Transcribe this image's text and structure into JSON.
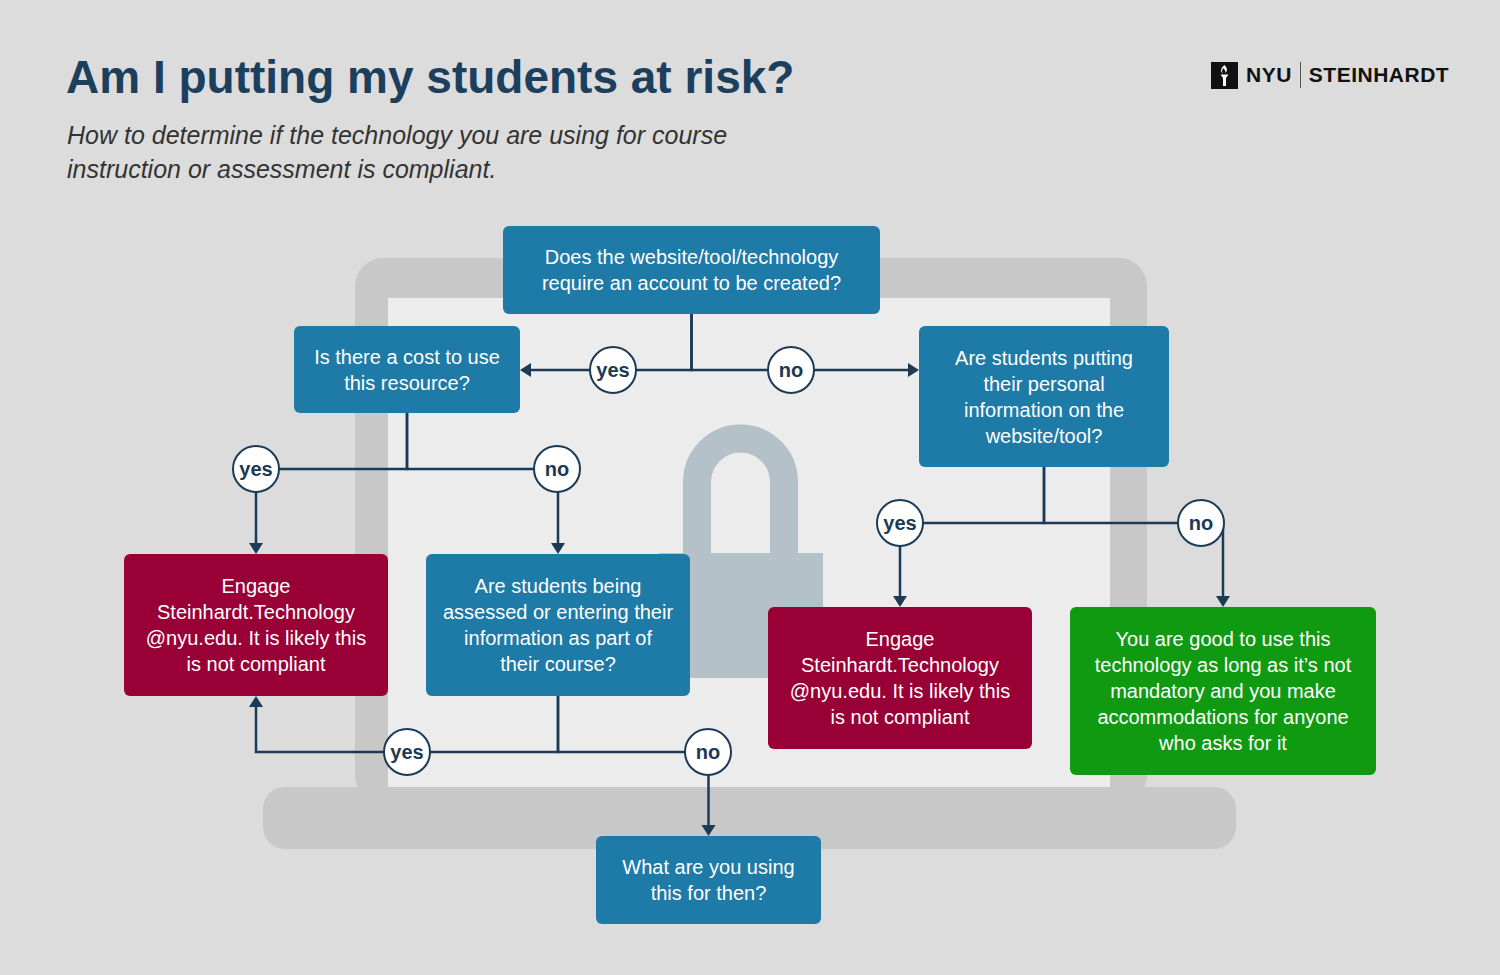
{
  "diagram": {
    "title": "Am I putting my students at risk?",
    "caption": "How to determine if the technology you are using for course instruction or assessment is compliant.",
    "nodes": [
      {
        "text": [
          "Does the website/tool/technology require an account to be created?"
        ]
      },
      {
        "text": [
          "Is there a cost to use this resource?"
        ]
      },
      {
        "text": [
          "Are students putting their personal information on the website/tool?"
        ]
      },
      {
        "text": [
          "Engage Steinhardt.Technology @nyu.edu. It is likely this is not compliant"
        ]
      },
      {
        "text": [
          "Are students being assessed or entering their information as part of their course?"
        ]
      },
      {
        "text": [
          "Engage Steinhardt.Technology @nyu.edu. It is likely this is not compliant"
        ]
      },
      {
        "text": [
          "You are good to use this technology as long as it’s not mandatory and you make accommodations for anyone who asks for it"
        ]
      },
      {
        "text": [
          "What are you using this for then?"
        ]
      }
    ],
    "edges": [
      {
        "from": 0,
        "to": 1,
        "label": "yes",
        "arrow": "to"
      },
      {
        "from": 0,
        "to": 2,
        "label": "no",
        "arrow": "to"
      },
      {
        "from": 1,
        "to": 3,
        "label": "yes",
        "arrow": "to"
      },
      {
        "from": 1,
        "to": 4,
        "label": "no",
        "arrow": "to"
      },
      {
        "from": 2,
        "to": 5,
        "label": "yes",
        "arrow": "to"
      },
      {
        "from": 2,
        "to": 6,
        "label": "no",
        "arrow": "to"
      },
      {
        "from": 4,
        "to": 3,
        "label": "yes",
        "arrow": "to"
      },
      {
        "from": 4,
        "to": 7,
        "label": "no",
        "arrow": "to"
      }
    ],
    "labels": [
      "NYU",
      "STEINHARDT"
    ]
  }
}
